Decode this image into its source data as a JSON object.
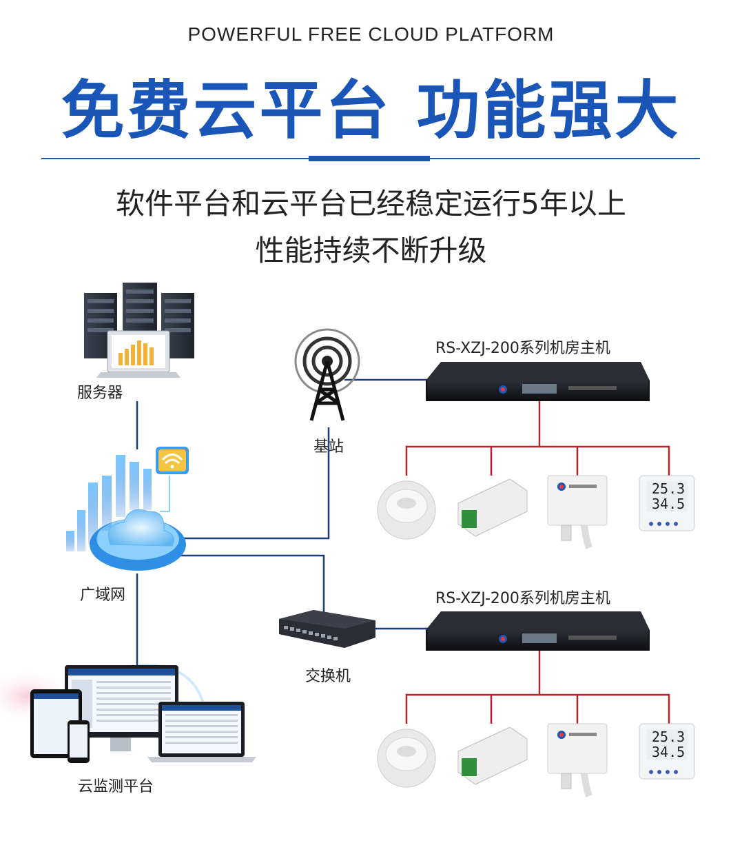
{
  "header": {
    "subtitle_en": "POWERFUL FREE CLOUD PLATFORM",
    "headline": "免费云平台 功能强大",
    "desc_line1": "软件平台和云平台已经稳定运行5年以上",
    "desc_line2": "性能持续不断升级"
  },
  "diagram": {
    "server_label": "服务器",
    "basestation_label": "基站",
    "wan_label": "广域网",
    "switch_label": "交换机",
    "cloud_platform_label": "云监测平台",
    "host1_model": "RS-XZJ-200系列机房主机",
    "host2_model": "RS-XZJ-200系列机房主机",
    "sensor_display": {
      "temp": "25.3",
      "hum": "34.5"
    }
  },
  "colors": {
    "accent": "#1a56b8",
    "connector_blue": "#1c3f7a",
    "connector_red": "#b3252a"
  }
}
